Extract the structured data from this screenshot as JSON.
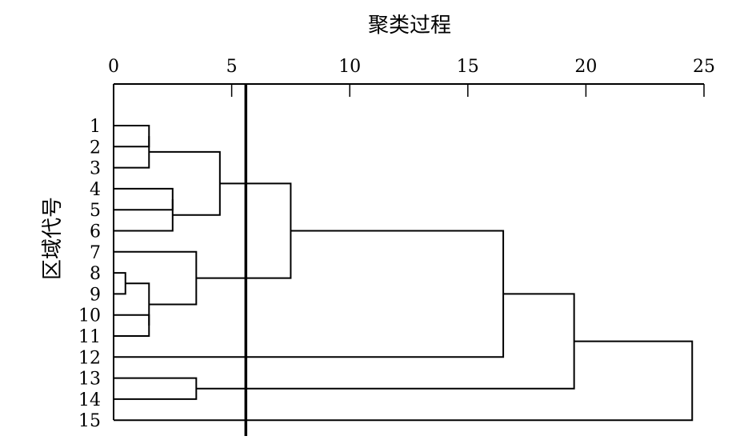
{
  "title": "聚类过程",
  "ylabel": "区域代号",
  "axis": {
    "range": [
      0,
      25
    ],
    "ticks": [
      0,
      5,
      10,
      15,
      20,
      25
    ],
    "tick_labels": [
      "0",
      "5",
      "10",
      "15",
      "20",
      "25"
    ]
  },
  "cut_line": {
    "value": 5.6
  },
  "leaves": [
    {
      "id": 1,
      "label": "1"
    },
    {
      "id": 2,
      "label": "2"
    },
    {
      "id": 3,
      "label": "3"
    },
    {
      "id": 4,
      "label": "4"
    },
    {
      "id": 5,
      "label": "5"
    },
    {
      "id": 6,
      "label": "6"
    },
    {
      "id": 7,
      "label": "7"
    },
    {
      "id": 8,
      "label": "8"
    },
    {
      "id": 9,
      "label": "9"
    },
    {
      "id": 10,
      "label": "10"
    },
    {
      "id": 11,
      "label": "11"
    },
    {
      "id": 12,
      "label": "12"
    },
    {
      "id": 13,
      "label": "13"
    },
    {
      "id": 14,
      "label": "14"
    },
    {
      "id": 15,
      "label": "15"
    }
  ],
  "merges": [
    {
      "id": "m1",
      "children": [
        "L8",
        "L9"
      ],
      "height": 0.5
    },
    {
      "id": "m2",
      "children": [
        "L10",
        "L11"
      ],
      "height": 1.5
    },
    {
      "id": "m3",
      "children": [
        "L1",
        "L2"
      ],
      "height": 1.5
    },
    {
      "id": "m4",
      "children": [
        "L4",
        "L5"
      ],
      "height": 2.5
    },
    {
      "id": "m5",
      "children": [
        "m4",
        "L6"
      ],
      "height": 2.5
    },
    {
      "id": "m6",
      "children": [
        "m3",
        "L3"
      ],
      "height": 1.5
    },
    {
      "id": "m7",
      "children": [
        "m1",
        "m2"
      ],
      "height": 1.5
    },
    {
      "id": "m8",
      "children": [
        "L7",
        "m7"
      ],
      "height": 3.5
    },
    {
      "id": "m9",
      "children": [
        "L13",
        "L14"
      ],
      "height": 3.5
    },
    {
      "id": "m10",
      "children": [
        "m6",
        "m5"
      ],
      "height": 4.5
    },
    {
      "id": "m11",
      "children": [
        "m10",
        "m8"
      ],
      "height": 7.5
    },
    {
      "id": "m12",
      "children": [
        "m11",
        "L12"
      ],
      "height": 16.5
    },
    {
      "id": "m13",
      "children": [
        "m12",
        "m9"
      ],
      "height": 19.5
    },
    {
      "id": "m14",
      "children": [
        "m13",
        "L15"
      ],
      "height": 24.5
    }
  ]
}
